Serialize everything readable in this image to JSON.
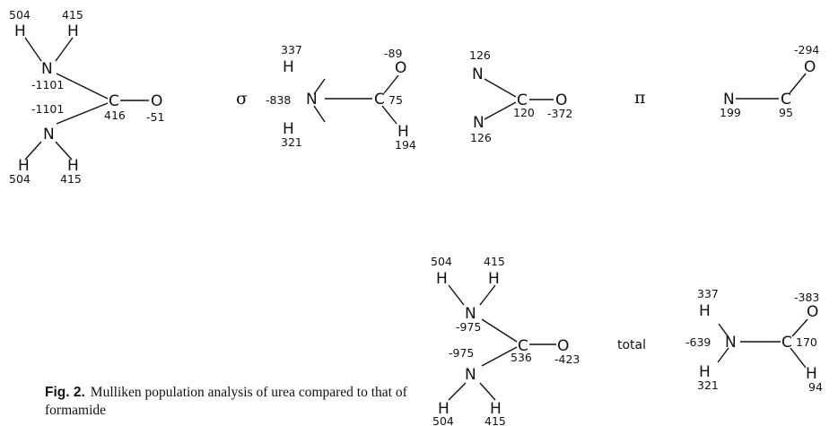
{
  "atoms": {
    "H": "H",
    "N": "N",
    "C": "C",
    "O": "O"
  },
  "labels": {
    "sigma": "σ",
    "pi": "π",
    "total": "total"
  },
  "urea_sigma": {
    "h1a": "504",
    "h1b": "415",
    "n1": "-1101",
    "n2": "-1101",
    "c": "416",
    "o": "-51",
    "h2a": "504",
    "h2b": "415"
  },
  "formamide_sigma": {
    "h1": "337",
    "n": "-838",
    "c": "75",
    "o": "-89",
    "h2": "321",
    "h3": "194"
  },
  "urea_pi": {
    "n1": "126",
    "n2": "126",
    "c": "120",
    "o": "-372"
  },
  "formamide_pi": {
    "n": "199",
    "c": "95",
    "o": "-294"
  },
  "urea_total": {
    "h1a": "504",
    "h1b": "415",
    "n1": "-975",
    "n2": "-975",
    "c": "536",
    "o": "-423",
    "h2a": "504",
    "h2b": "415"
  },
  "formamide_total": {
    "h1": "337",
    "n": "-639",
    "c": "170",
    "o": "-383",
    "h2": "321",
    "h3": "94"
  },
  "caption": {
    "fig": "Fig. 2.",
    "text": "Mulliken population analysis of urea compared to that of formamide"
  }
}
